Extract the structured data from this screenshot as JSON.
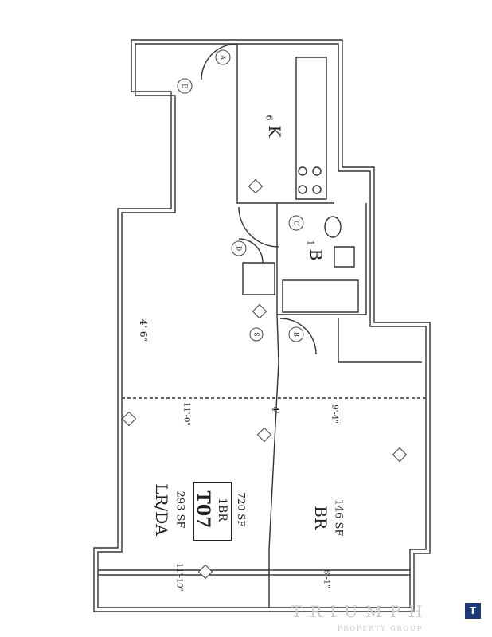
{
  "rooms": {
    "living": {
      "code": "LR/DA",
      "area": "293 SF"
    },
    "bedroom": {
      "code": "BR",
      "area": "146 SF"
    },
    "kitchen": {
      "code": "K",
      "number": "6"
    },
    "bath": {
      "code": "B",
      "number": "1"
    }
  },
  "unit": {
    "number": "T07",
    "type": "1BR",
    "total_area": "720 SF"
  },
  "dimensions": {
    "living_width": "11'-0\"",
    "living_width_bottom": "11'-10\"",
    "bedroom_width": "9'-4\"",
    "bedroom_width_bottom": "8'-1\"",
    "living_length": "4'",
    "living_height": "4'-6\""
  },
  "door_tags": {
    "a": "A",
    "b": "B",
    "c": "C",
    "d": "D",
    "e": "E",
    "s": "S"
  },
  "watermark": {
    "name": "TRIUMPH",
    "sub": "PROPERTY GROUP",
    "logo": "T"
  }
}
